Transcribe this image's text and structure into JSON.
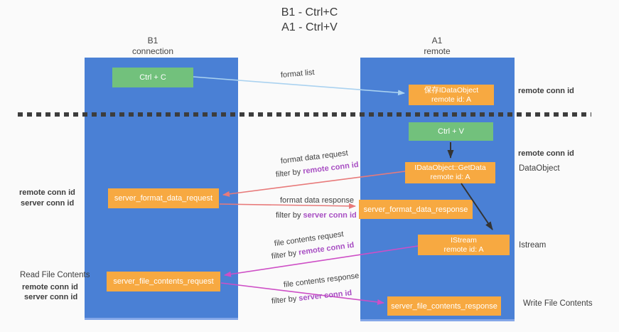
{
  "title": {
    "line1": "B1 - Ctrl+C",
    "line2": "A1 - Ctrl+V"
  },
  "lanes": {
    "left": {
      "name": "B1",
      "role": "connection"
    },
    "right": {
      "name": "A1",
      "role": "remote"
    }
  },
  "nodes": {
    "ctrl_c": {
      "label": "Ctrl + C"
    },
    "ctrl_v": {
      "label": "Ctrl + V"
    },
    "store_idataobject": {
      "line1": "保存IDataObject",
      "line2": "remote id: A"
    },
    "idataobject_getdata": {
      "line1": "IDataObject::GetData",
      "line2": "remote id: A"
    },
    "istream": {
      "line1": "IStream",
      "line2": "remote id: A"
    },
    "server_format_data_request": {
      "label": "server_format_data_request"
    },
    "server_format_data_response": {
      "label": "server_format_data_response"
    },
    "server_file_contents_request": {
      "label": "server_file_contents_request"
    },
    "server_file_contents_response": {
      "label": "server_file_contents_response"
    }
  },
  "arrow_labels": {
    "format_list": "format list",
    "format_data_request": "format data request",
    "format_data_response": "format data response",
    "file_contents_request": "file contents request",
    "file_contents_response": "file contents response",
    "filter_by": "filter by",
    "remote_conn_id": "remote conn id",
    "server_conn_id": "server conn id"
  },
  "side_labels": {
    "remote_conn_id_top": "remote conn id",
    "remote_conn_id_mid": "remote conn id",
    "dataobject": "DataObject",
    "istream": "Istream",
    "write_file_contents": "Write File Contents",
    "read_file_contents": "Read File Contents",
    "left_mid_remote": "remote conn id",
    "left_mid_server": "server conn id",
    "left_bottom_remote": "remote conn id",
    "left_bottom_server": "server conn id"
  },
  "colors": {
    "lane_blue": "#4a80d5",
    "box_orange": "#f7a941",
    "box_green": "#72c17c",
    "purple": "#a84fc3",
    "green_label": "#53b55a",
    "red_arrow": "#e87a7a",
    "magenta_arrow": "#ce4fc6",
    "light_blue_arrow": "#aad2f0",
    "black_arrow": "#333333",
    "dark_text": "#3d3d3d"
  }
}
